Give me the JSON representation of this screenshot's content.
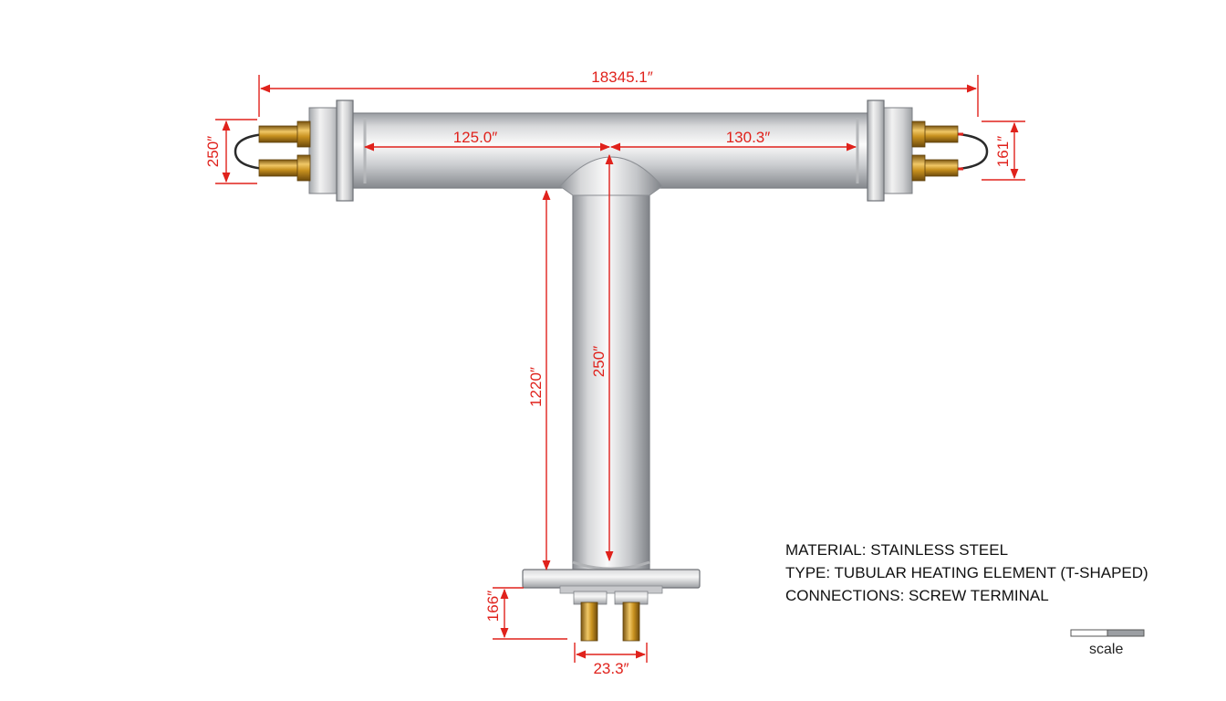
{
  "dimensions": {
    "overall_length": "18345.1″",
    "left_span": "125.0″",
    "right_span": "130.3″",
    "left_end_height": "250″",
    "right_end_height": "161″",
    "stem_length": "1220″",
    "stem_inner_length": "250″",
    "flange_height": "166″",
    "terminal_spacing": "23.3″"
  },
  "specs": {
    "material": "MATERIAL: STAINLESS STEEL",
    "type": "TYPE: TUBULAR HEATING ELEMENT (T-SHAPED)",
    "connections": "CONNECTIONS: SCREW TERMINAL"
  },
  "scale": {
    "label": "scale"
  },
  "colors": {
    "dimension": "#e0221c",
    "steel_light": "#f4f4f4",
    "steel_dark": "#8f9297",
    "brass": "#c08a1e"
  }
}
